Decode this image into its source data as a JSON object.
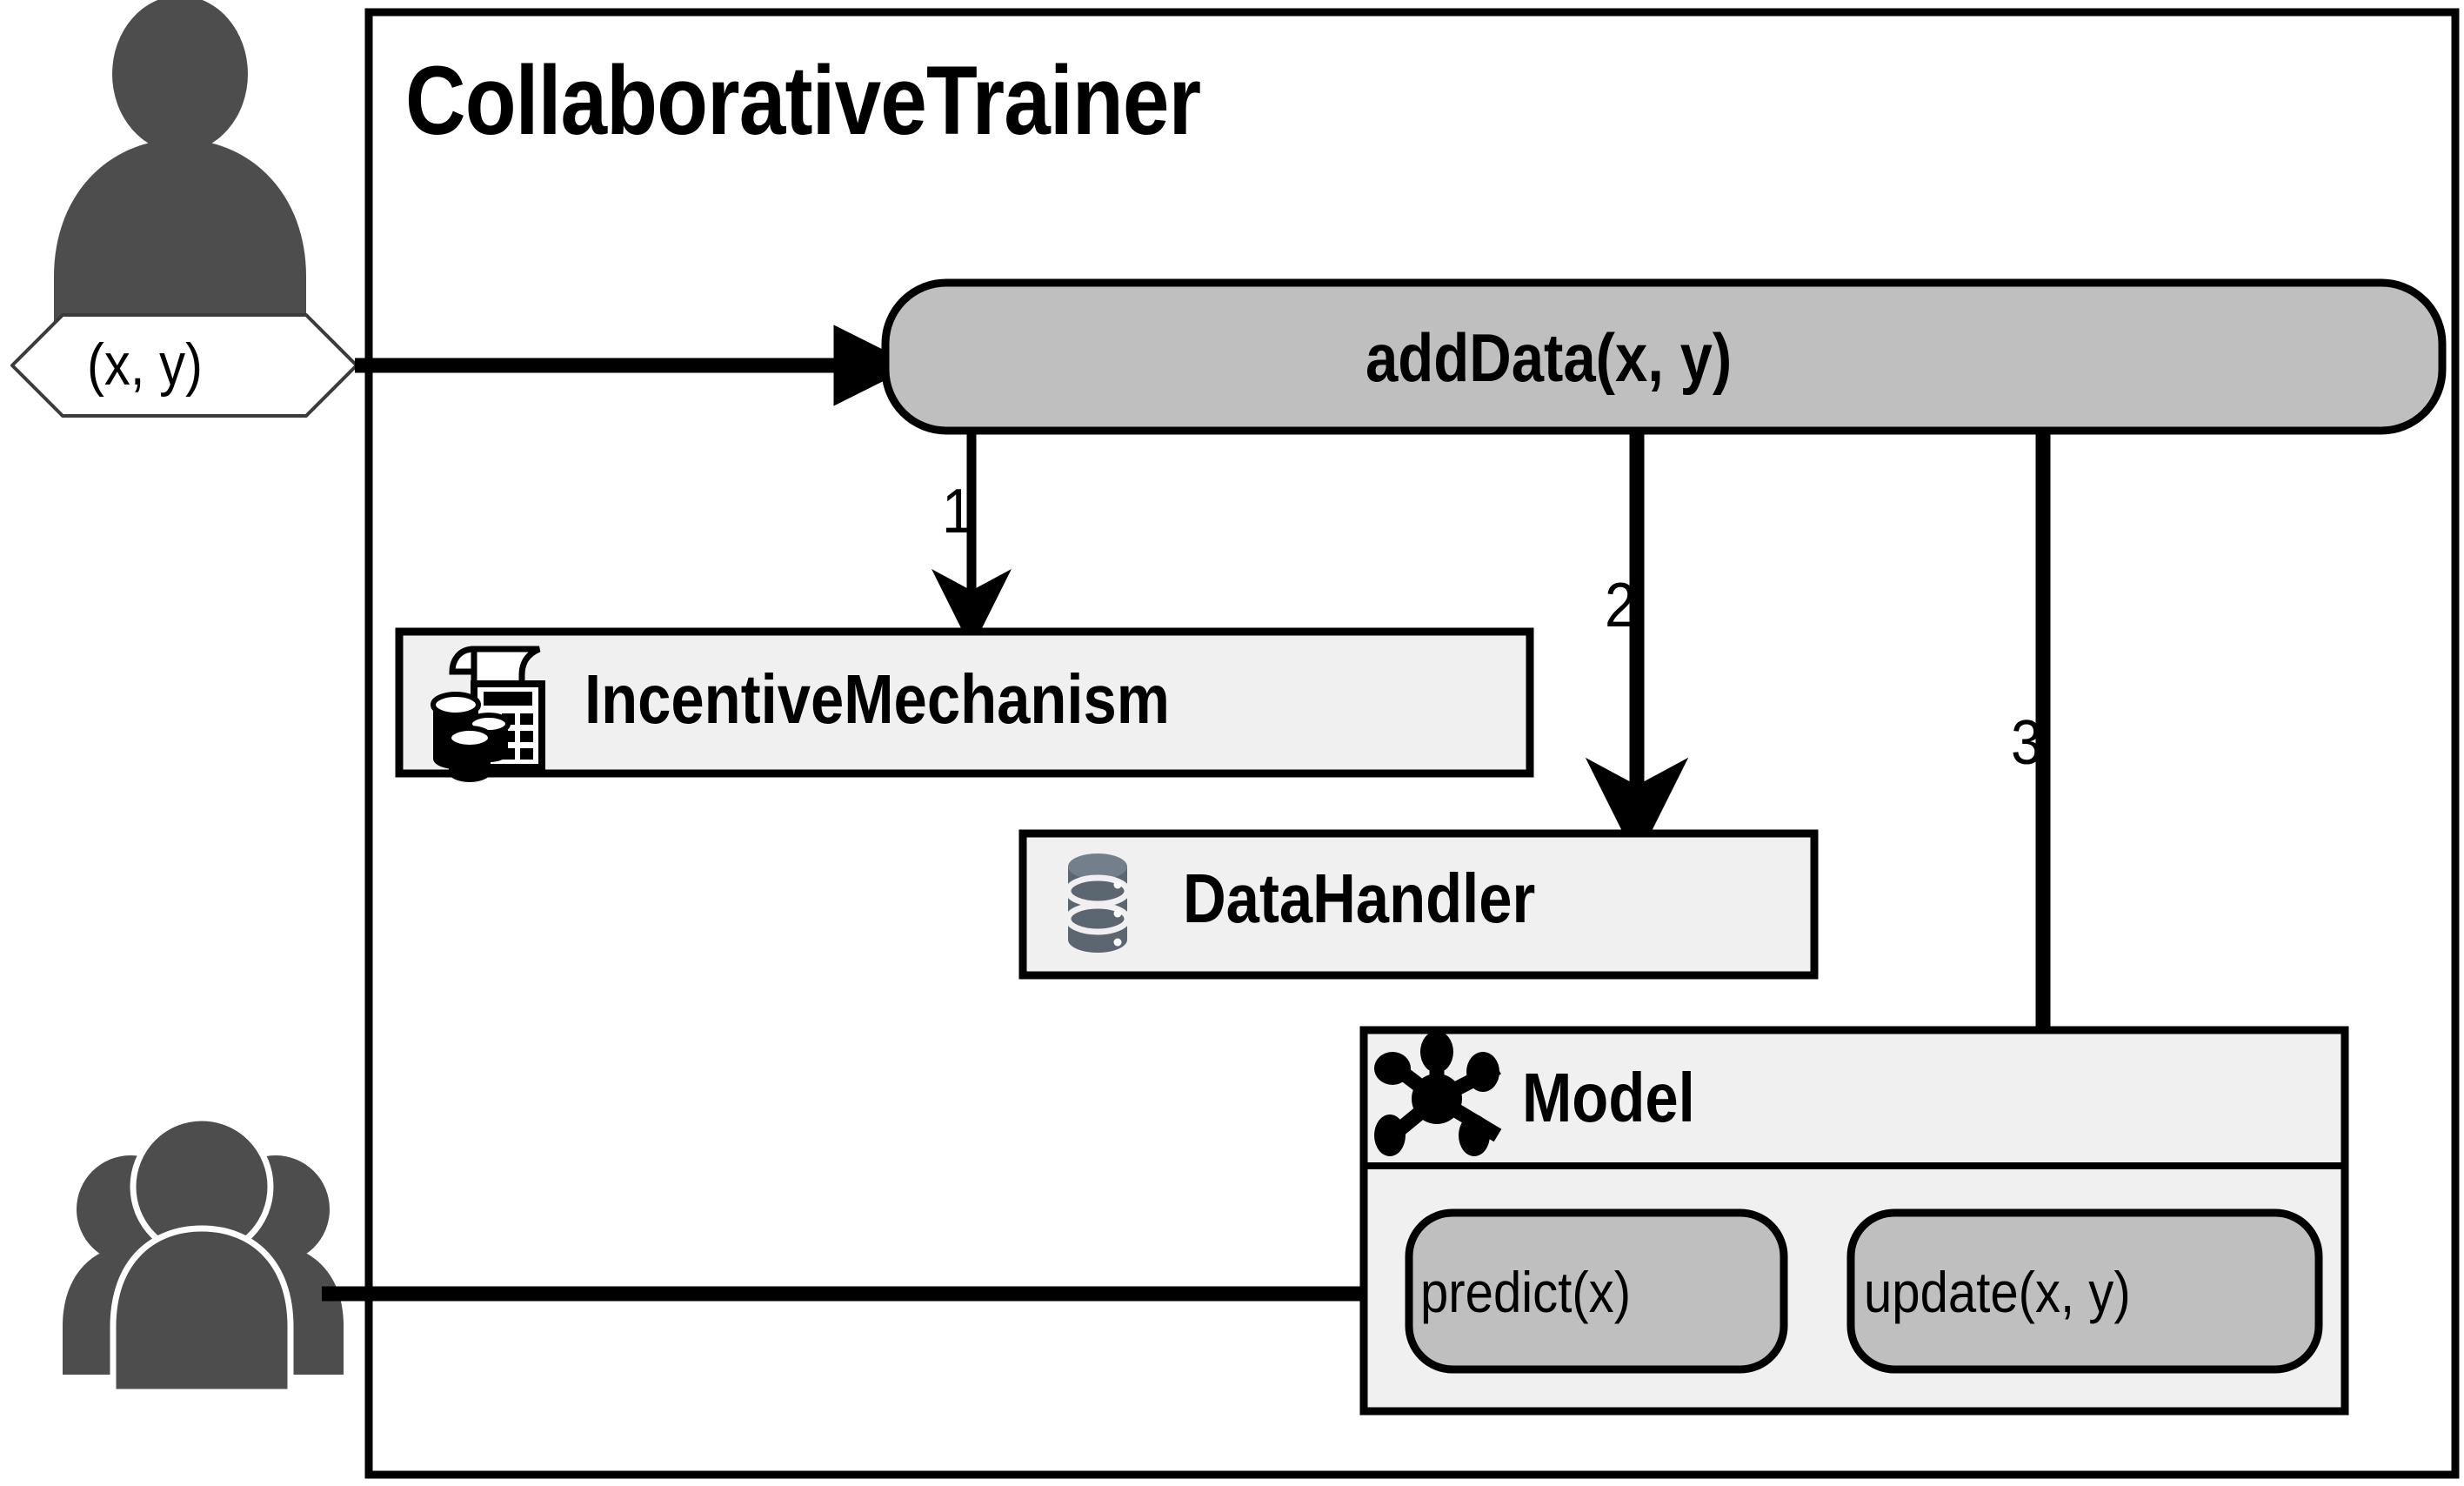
{
  "diagram": {
    "type": "architecture-block-diagram",
    "background_color": "#ffffff",
    "container": {
      "title": "CollaborativeTrainer",
      "border_color": "#000000",
      "fill_color": "#ffffff"
    },
    "actors": [
      {
        "id": "single-user",
        "icon": "single-person-icon",
        "color": "#4d4d4d",
        "annotation_shape": "hexagon",
        "annotation_label": "(x, y)"
      },
      {
        "id": "user-group",
        "icon": "group-of-people-icon",
        "color": "#4d4d4d"
      }
    ],
    "nodes": [
      {
        "id": "adddata",
        "label": "addData(x, y)",
        "shape": "rounded-pill",
        "fill_color": "#bfbfbf",
        "border_color": "#000000",
        "icon": null
      },
      {
        "id": "incentive-mechanism",
        "label": "IncentiveMechanism",
        "shape": "rectangle",
        "fill_color": "#f0f0f0",
        "border_color": "#000000",
        "icon": "calculator-coins-icon"
      },
      {
        "id": "data-handler",
        "label": "DataHandler",
        "shape": "rectangle",
        "fill_color": "#f0f0f0",
        "border_color": "#000000",
        "icon": "database-cylinder-icon",
        "icon_color": "#5b6670"
      },
      {
        "id": "model",
        "label": "Model",
        "shape": "compartment-rectangle",
        "fill_color": "#f0f0f0",
        "border_color": "#000000",
        "icon": "network-nodes-icon",
        "methods": [
          {
            "id": "predict",
            "label": "predict(x)",
            "shape": "rounded-pill",
            "fill_color": "#bfbfbf"
          },
          {
            "id": "update",
            "label": "update(x, y)",
            "shape": "rounded-pill",
            "fill_color": "#bfbfbf"
          }
        ]
      }
    ],
    "edges": [
      {
        "id": "edge-user-to-adddata",
        "from": "single-user",
        "to": "adddata",
        "label": "",
        "direction": "right"
      },
      {
        "id": "edge-adddata-to-incentive",
        "from": "adddata",
        "to": "incentive-mechanism",
        "label": "1",
        "direction": "down"
      },
      {
        "id": "edge-adddata-to-datahandler",
        "from": "adddata",
        "to": "data-handler",
        "label": "2",
        "direction": "down"
      },
      {
        "id": "edge-adddata-to-update",
        "from": "adddata",
        "to": "update",
        "label": "3",
        "direction": "down"
      },
      {
        "id": "edge-group-to-predict",
        "from": "user-group",
        "to": "predict",
        "label": "",
        "direction": "right"
      }
    ],
    "step_labels": [
      "1",
      "2",
      "3"
    ]
  }
}
